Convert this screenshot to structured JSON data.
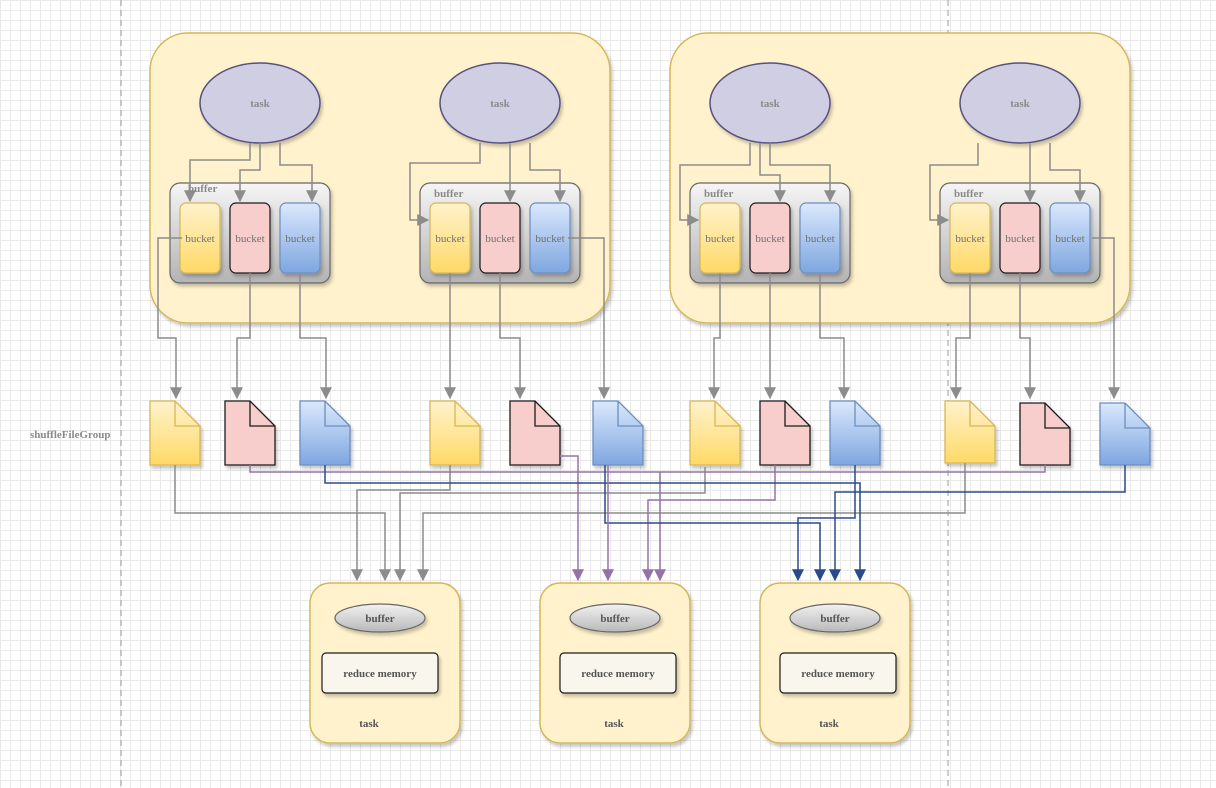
{
  "labels": {
    "task": "task",
    "buffer": "buffer",
    "bucket": "bucket",
    "shuffle_file_group": "shuffleFileGroup",
    "reduce_memory": "reduce memory"
  },
  "colors": {
    "executor_fill": "#fff2cc",
    "executor_stroke": "#d6b656",
    "task_fill": "#d0cee2",
    "task_stroke": "#56517e",
    "buffer_fill": "#e6e6e6",
    "buffer_stroke": "#666666",
    "yellow_fill": "#ffe599",
    "yellow_stroke": "#d6b656",
    "pink_fill": "#f8cecc",
    "pink_stroke": "#1a1a1a",
    "blue_fill": "#a9c4eb",
    "blue_stroke": "#6c8ebf",
    "arrow_gray": "#8c8c8c",
    "arrow_purple": "#9673a6",
    "arrow_navy": "#2b4a8a",
    "reduce_box_fill": "#f9f7ed"
  },
  "map_tasks": [
    {
      "label": "task"
    },
    {
      "label": "task"
    },
    {
      "label": "task"
    },
    {
      "label": "task"
    }
  ],
  "reduce_tasks": [
    {
      "label": "task"
    },
    {
      "label": "task"
    },
    {
      "label": "task"
    }
  ]
}
